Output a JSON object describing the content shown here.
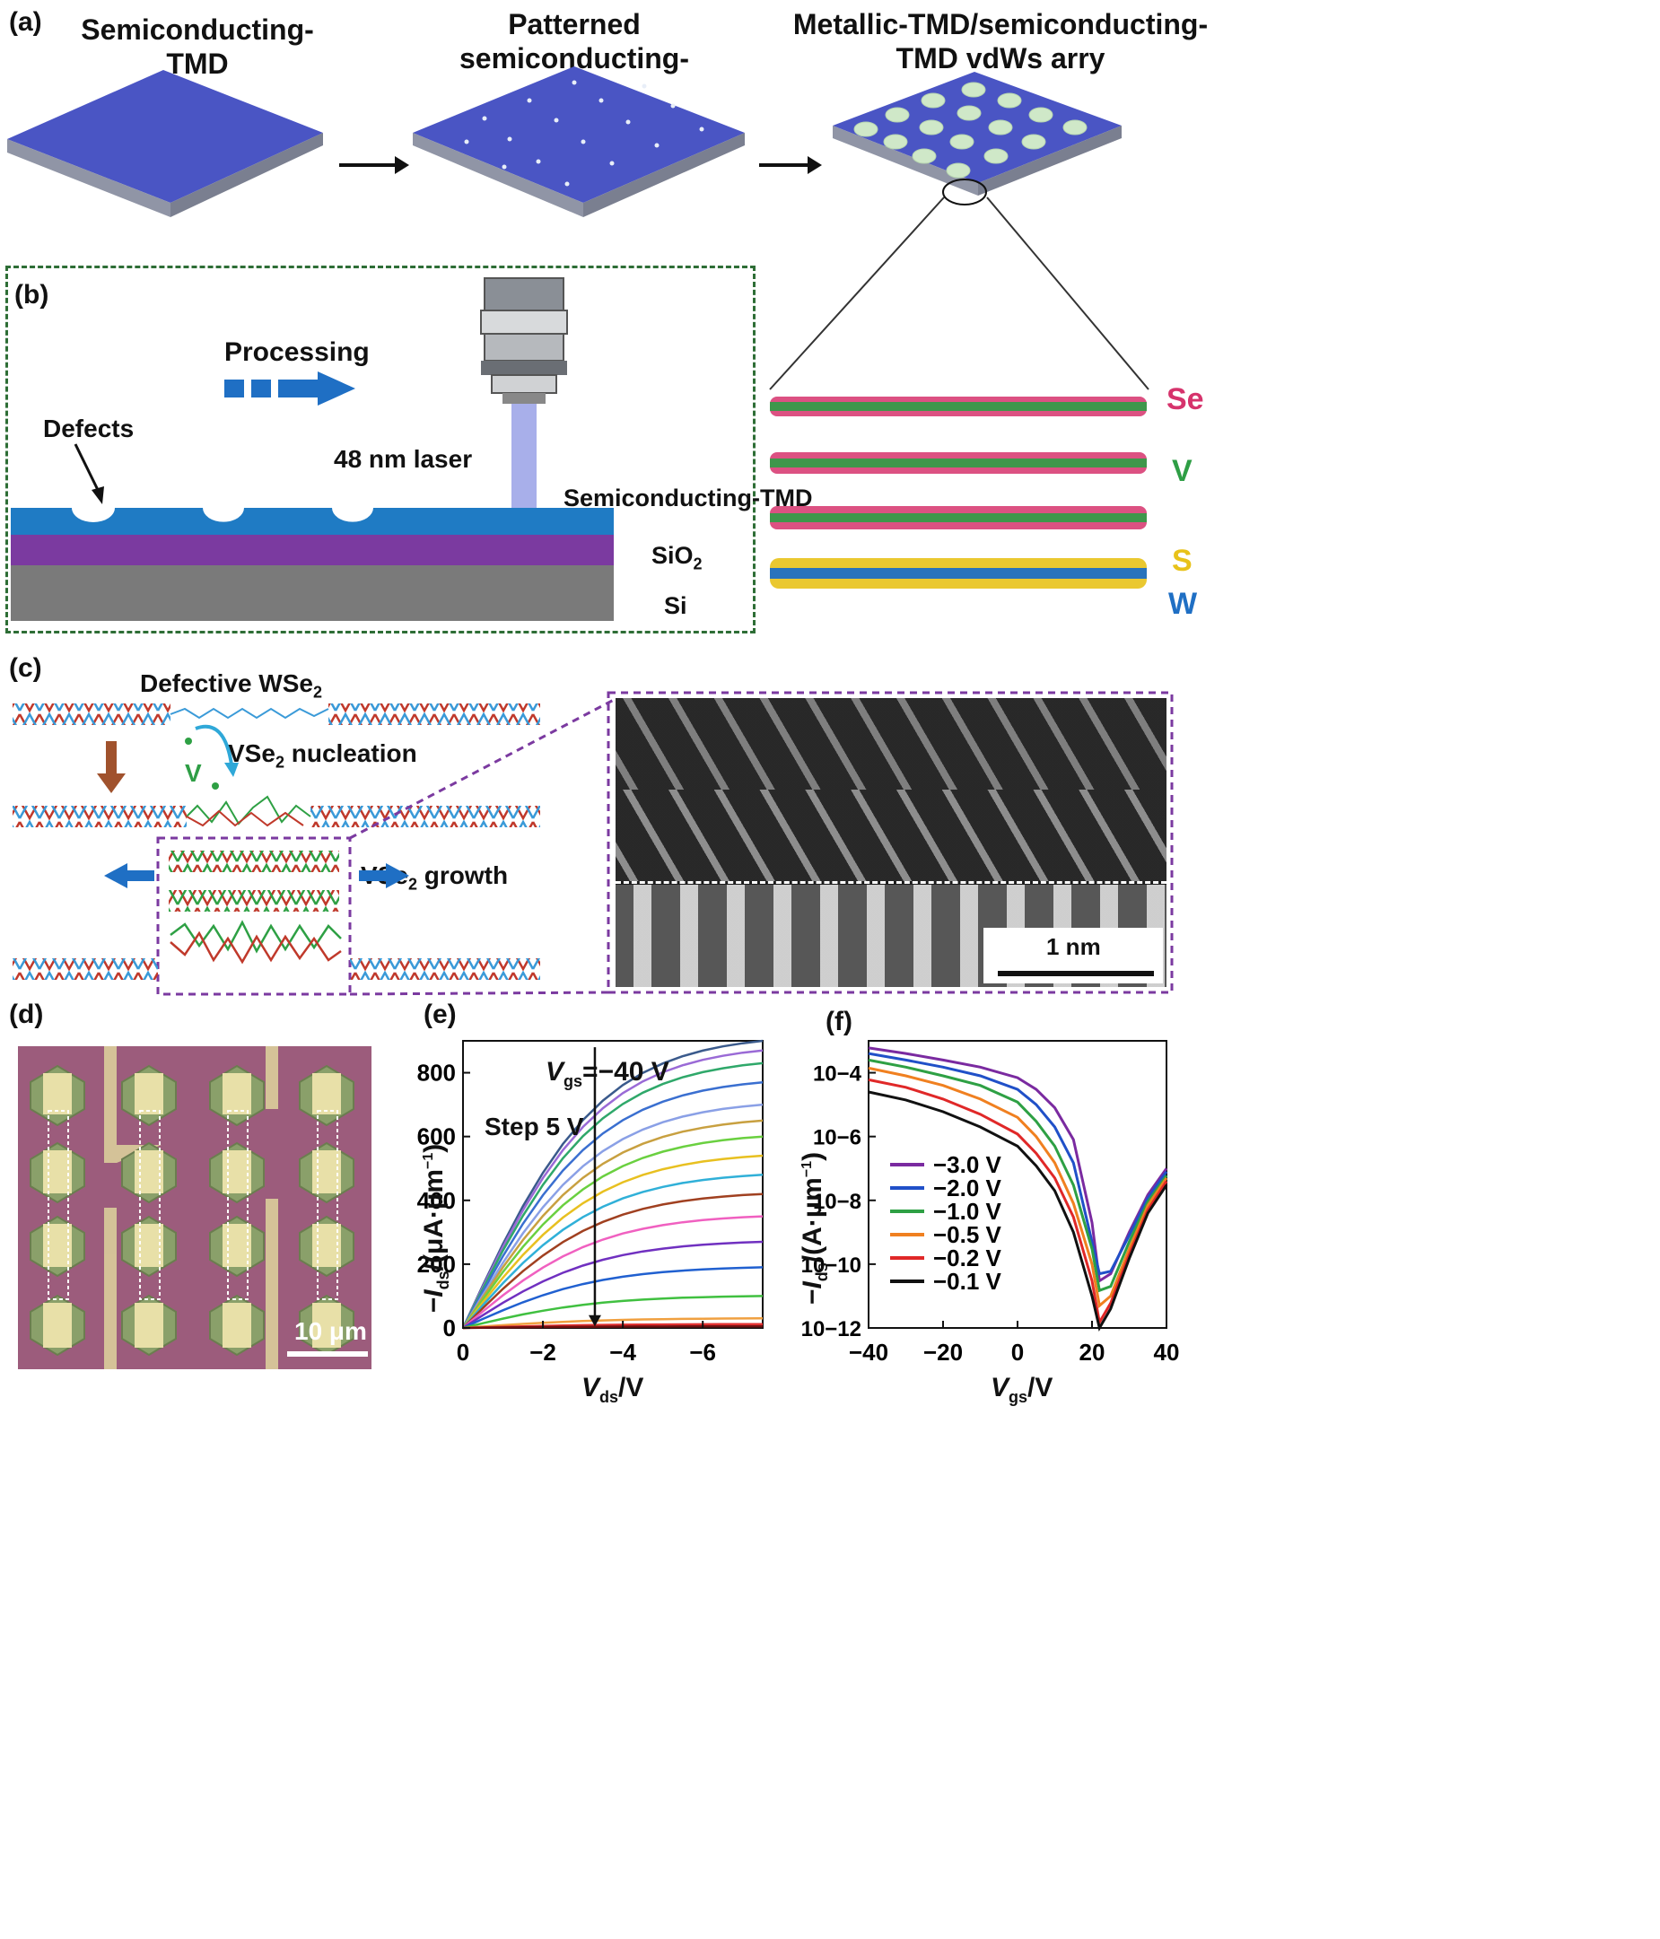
{
  "panel_a": {
    "label": "(a)",
    "titles": [
      "Semiconducting-TMD",
      "Patterned semiconducting-TMD",
      "Metallic-TMD/semiconducting-TMD vdWs arry"
    ],
    "colors": {
      "top": "#4a55c4",
      "side": "#8b8f9c",
      "hex": "#cfe8c8"
    }
  },
  "panel_b": {
    "label": "(b)",
    "processing": "Processing",
    "defects": "Defects",
    "laser": "48 nm laser",
    "layers": [
      "Semiconducting-TMD",
      "SiO2",
      "Si"
    ],
    "layer_colors": {
      "tmd": "#1f7bc4",
      "sio2": "#7b3aa0",
      "si": "#7a7a7a"
    },
    "elements": [
      {
        "symbol": "Se",
        "color": "#d6336c"
      },
      {
        "symbol": "V",
        "color": "#2e9e45"
      },
      {
        "symbol": "S",
        "color": "#e8c21a"
      },
      {
        "symbol": "W",
        "color": "#1f6fc4"
      }
    ]
  },
  "panel_c": {
    "label": "(c)",
    "defective": "Defective WSe",
    "nucleation": "VSe",
    "nucleation_suffix": " nucleation",
    "v": "V",
    "growth": "VSe",
    "growth_suffix": " growth",
    "scalebar": "1 nm"
  },
  "panel_d": {
    "label": "(d)",
    "scalebar": "10 μm"
  },
  "panel_e": {
    "label": "(e)",
    "annot_vgs": "=−40 V",
    "annot_step": "Step 5 V"
  },
  "panel_f": {
    "label": "(f)"
  },
  "chart_data": [
    {
      "type": "line",
      "panel": "(e)",
      "xlabel": "Vds/V",
      "ylabel": "−Ids/(μA·μm−1)",
      "xlim": [
        0,
        -7.5
      ],
      "ylim": [
        0,
        900
      ],
      "xticks": [
        "0",
        "−2",
        "−4",
        "−6"
      ],
      "yticks": [
        "0",
        "200",
        "400",
        "600",
        "800"
      ],
      "x": [
        0,
        -0.5,
        -1,
        -1.5,
        -2,
        -2.5,
        -3,
        -3.5,
        -4,
        -4.5,
        -5,
        -5.5,
        -6,
        -6.5,
        -7,
        -7.5
      ],
      "series_colors": [
        "#3a5a8c",
        "#9a6ad6",
        "#2fa86a",
        "#3a6fd0",
        "#8aa0e6",
        "#c8a040",
        "#6ad040",
        "#e8c020",
        "#30b0d8",
        "#a04020",
        "#f060c0",
        "#7030c0",
        "#2060d0",
        "#40c040",
        "#f0a040",
        "#e03030",
        "#701010"
      ],
      "series": [
        {
          "Imax": 900
        },
        {
          "Imax": 870
        },
        {
          "Imax": 830
        },
        {
          "Imax": 770
        },
        {
          "Imax": 700
        },
        {
          "Imax": 650
        },
        {
          "Imax": 600
        },
        {
          "Imax": 540
        },
        {
          "Imax": 480
        },
        {
          "Imax": 420
        },
        {
          "Imax": 350
        },
        {
          "Imax": 270
        },
        {
          "Imax": 190
        },
        {
          "Imax": 100
        },
        {
          "Imax": 30
        },
        {
          "Imax": 12
        },
        {
          "Imax": 5
        }
      ]
    },
    {
      "type": "line",
      "panel": "(f)",
      "xlabel": "Vgs/V",
      "ylabel": "−Ids/(A·μm−1)",
      "yscale": "log",
      "xlim": [
        -40,
        40
      ],
      "ylim": [
        1e-12,
        0.001
      ],
      "xticks": [
        "−40",
        "−20",
        "0",
        "20",
        "40"
      ],
      "yticks": [
        "10−12",
        "10−10",
        "10−8",
        "10−6",
        "10−4"
      ],
      "x": [
        -40,
        -30,
        -20,
        -10,
        0,
        5,
        10,
        15,
        20,
        22,
        25,
        30,
        35,
        40
      ],
      "series": [
        {
          "name": "−3.0 V",
          "color": "#7a2aa0",
          "values": [
            0.0006,
            0.0004,
            0.00025,
            0.00015,
            7e-05,
            3e-05,
            8e-06,
            8e-07,
            2e-09,
            3e-11,
            5e-11,
            1e-09,
            1.5e-08,
            1e-07
          ]
        },
        {
          "name": "−2.0 V",
          "color": "#2050c8",
          "values": [
            0.0004,
            0.00025,
            0.00015,
            8e-05,
            3e-05,
            1e-05,
            2e-06,
            1.5e-07,
            5e-10,
            5e-11,
            6e-11,
            8e-10,
            1.2e-08,
            8e-08
          ]
        },
        {
          "name": "−1.0 V",
          "color": "#2ea044",
          "values": [
            0.00025,
            0.00015,
            8e-05,
            4e-05,
            1.2e-05,
            3e-06,
            5e-07,
            3e-08,
            3e-10,
            1.5e-11,
            2e-11,
            5e-10,
            9e-09,
            6e-08
          ]
        },
        {
          "name": "−0.5 V",
          "color": "#f08020",
          "values": [
            0.00014,
            8e-05,
            4e-05,
            1.5e-05,
            4e-06,
            1e-06,
            1.5e-07,
            8e-09,
            1e-10,
            5e-12,
            1e-11,
            3e-10,
            7e-09,
            5e-08
          ]
        },
        {
          "name": "−0.2 V",
          "color": "#e02828",
          "values": [
            6e-05,
            3.5e-05,
            1.5e-05,
            5e-06,
            1.2e-06,
            3e-07,
            5e-08,
            3e-09,
            3e-11,
            1.5e-12,
            6e-12,
            2e-10,
            5e-09,
            4e-08
          ]
        },
        {
          "name": "−0.1 V",
          "color": "#111111",
          "values": [
            2.5e-05,
            1.4e-05,
            6e-06,
            2e-06,
            5e-07,
            1.2e-07,
            2e-08,
            1e-09,
            1e-11,
            1e-12,
            4e-12,
            1.5e-10,
            4e-09,
            3e-08
          ]
        }
      ]
    }
  ]
}
